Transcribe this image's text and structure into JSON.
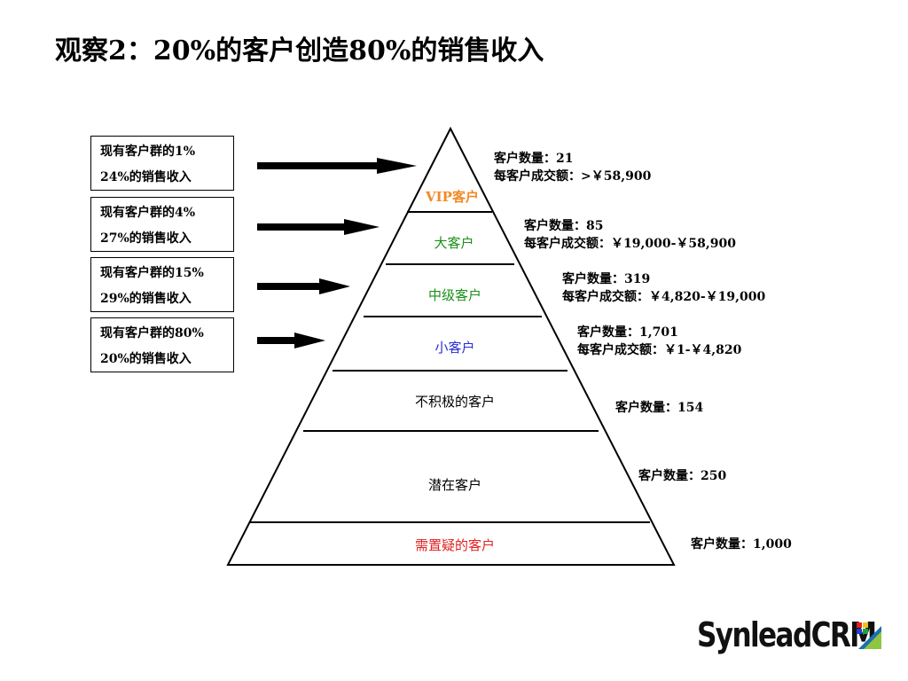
{
  "title": "观察2：20%的客户创造80%的销售收入",
  "left_boxes": [
    {
      "line1": "现有客户群的1%",
      "line2": "24%的销售收入"
    },
    {
      "line1": "现有客户群的4%",
      "line2": "27%的销售收入"
    },
    {
      "line1": "现有客户群的15%",
      "line2": "29%的销售收入"
    },
    {
      "line1": "现有客户群的80%",
      "line2": "20%的销售收入"
    }
  ],
  "tiers": [
    {
      "label": "VIP客户",
      "color": "#f08a24"
    },
    {
      "label": "大客户",
      "color": "#1a8f1a"
    },
    {
      "label": "中级客户",
      "color": "#1a8f1a"
    },
    {
      "label": "小客户",
      "color": "#2b2bd6"
    },
    {
      "label": "不积极的客户",
      "color": "#000000"
    },
    {
      "label": "潜在客户",
      "color": "#000000"
    },
    {
      "label": "需置疑的客户",
      "color": "#e02020"
    }
  ],
  "stats": [
    {
      "count": "客户数量：21",
      "amount": "每客户成交额：>￥58,900"
    },
    {
      "count": "客户数量：85",
      "amount": "每客户成交额：￥19,000-￥58,900"
    },
    {
      "count": "客户数量：319",
      "amount": "每客户成交额：￥4,820-￥19,000"
    },
    {
      "count": "客户数量：1,701",
      "amount": "每客户成交额：￥1-￥4,820"
    },
    {
      "count": "客户数量：154"
    },
    {
      "count": "客户数量：250"
    },
    {
      "count": "客户数量：1,000"
    }
  ],
  "logo": {
    "text": "SynleadCRM"
  },
  "arrow_icon": "arrow-right-icon",
  "colors": {
    "vip": "#f08a24",
    "green": "#1a8f1a",
    "blue": "#2b2bd6",
    "red": "#e02020"
  }
}
